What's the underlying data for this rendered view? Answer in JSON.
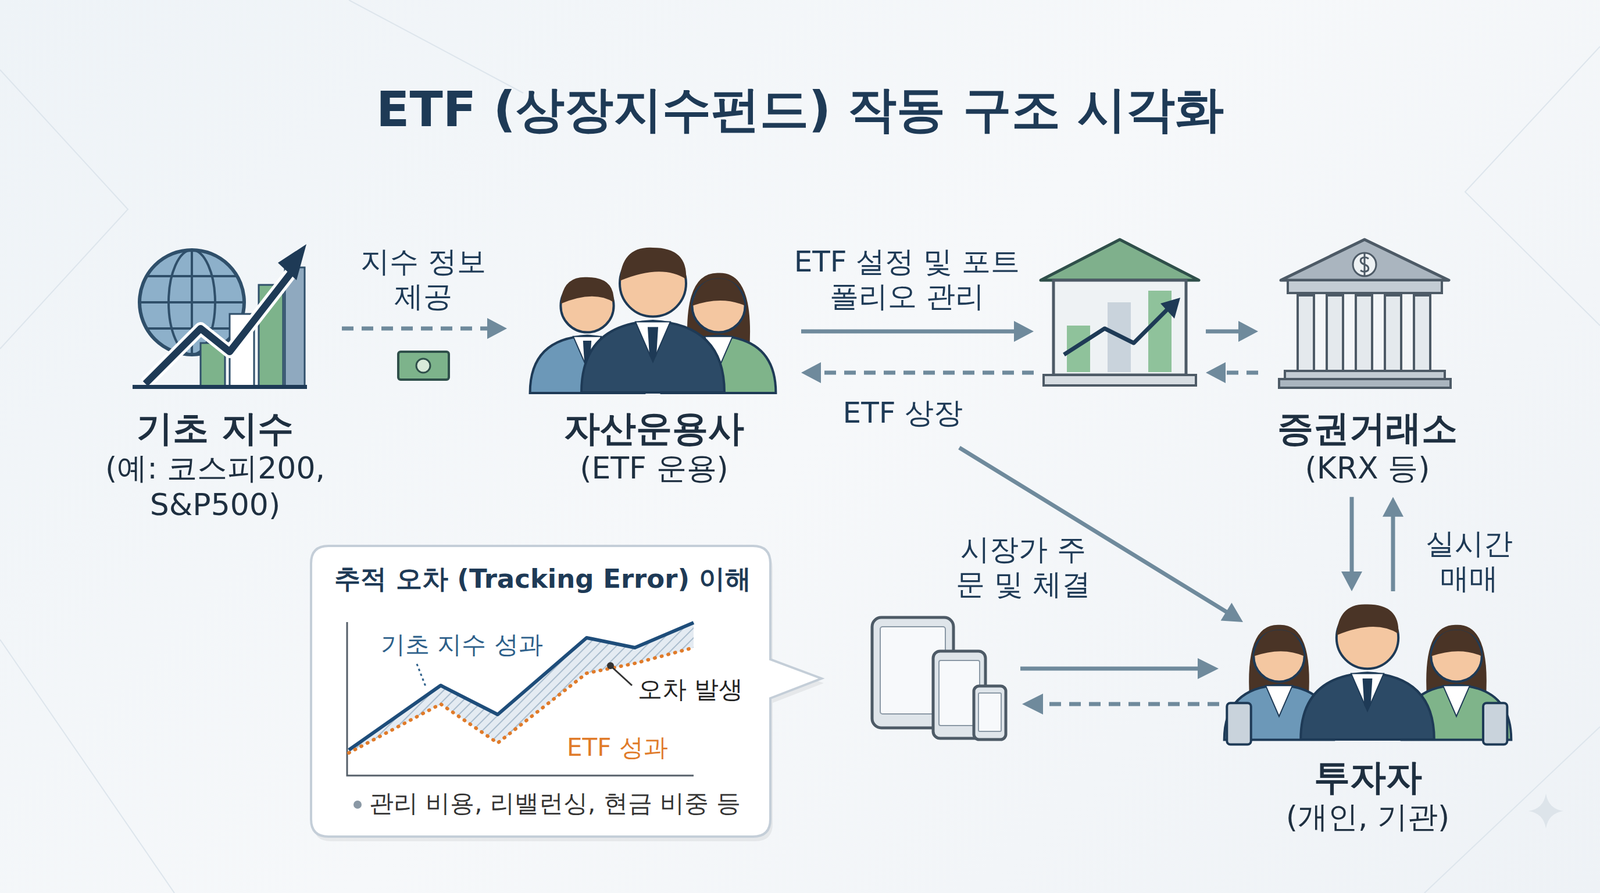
{
  "diagram": {
    "title": "ETF (상장지수펀드) 작동 구조 시각화",
    "nodes": [
      {
        "text": [
          "기초 지수",
          "(예: 코스피200, S&P500)"
        ]
      },
      {
        "text": [
          "자산운용사",
          "(ETF 운용)"
        ]
      },
      {
        "text": [
          "증권거래소",
          "(KRX 등)"
        ]
      },
      {
        "text": [
          "투자자",
          "(개인, 기관)"
        ]
      },
      {
        "text": [
          "추적 오차 (Tracking Error) 이해",
          "기초 지수 성과",
          "오차 발생",
          "ETF 성과",
          "관리 비용, 리밸런싱, 현금 비중 등"
        ]
      }
    ],
    "edges": [
      {
        "from": 0,
        "to": 1,
        "label": "지수 정보 제공",
        "arrow": "to"
      },
      {
        "from": 1,
        "to": 2,
        "label": "ETF 설정 및 포트폴리오 관리",
        "arrow": "to"
      },
      {
        "from": 2,
        "to": 1,
        "label": "ETF 상장",
        "arrow": "to"
      },
      {
        "from": 1,
        "to": 3,
        "label": "시장가 주문 및 체결",
        "arrow": "to"
      },
      {
        "from": 2,
        "to": 3,
        "arrow": "to"
      },
      {
        "from": 3,
        "to": 2,
        "label": "실시간 매매",
        "arrow": "to"
      }
    ]
  }
}
